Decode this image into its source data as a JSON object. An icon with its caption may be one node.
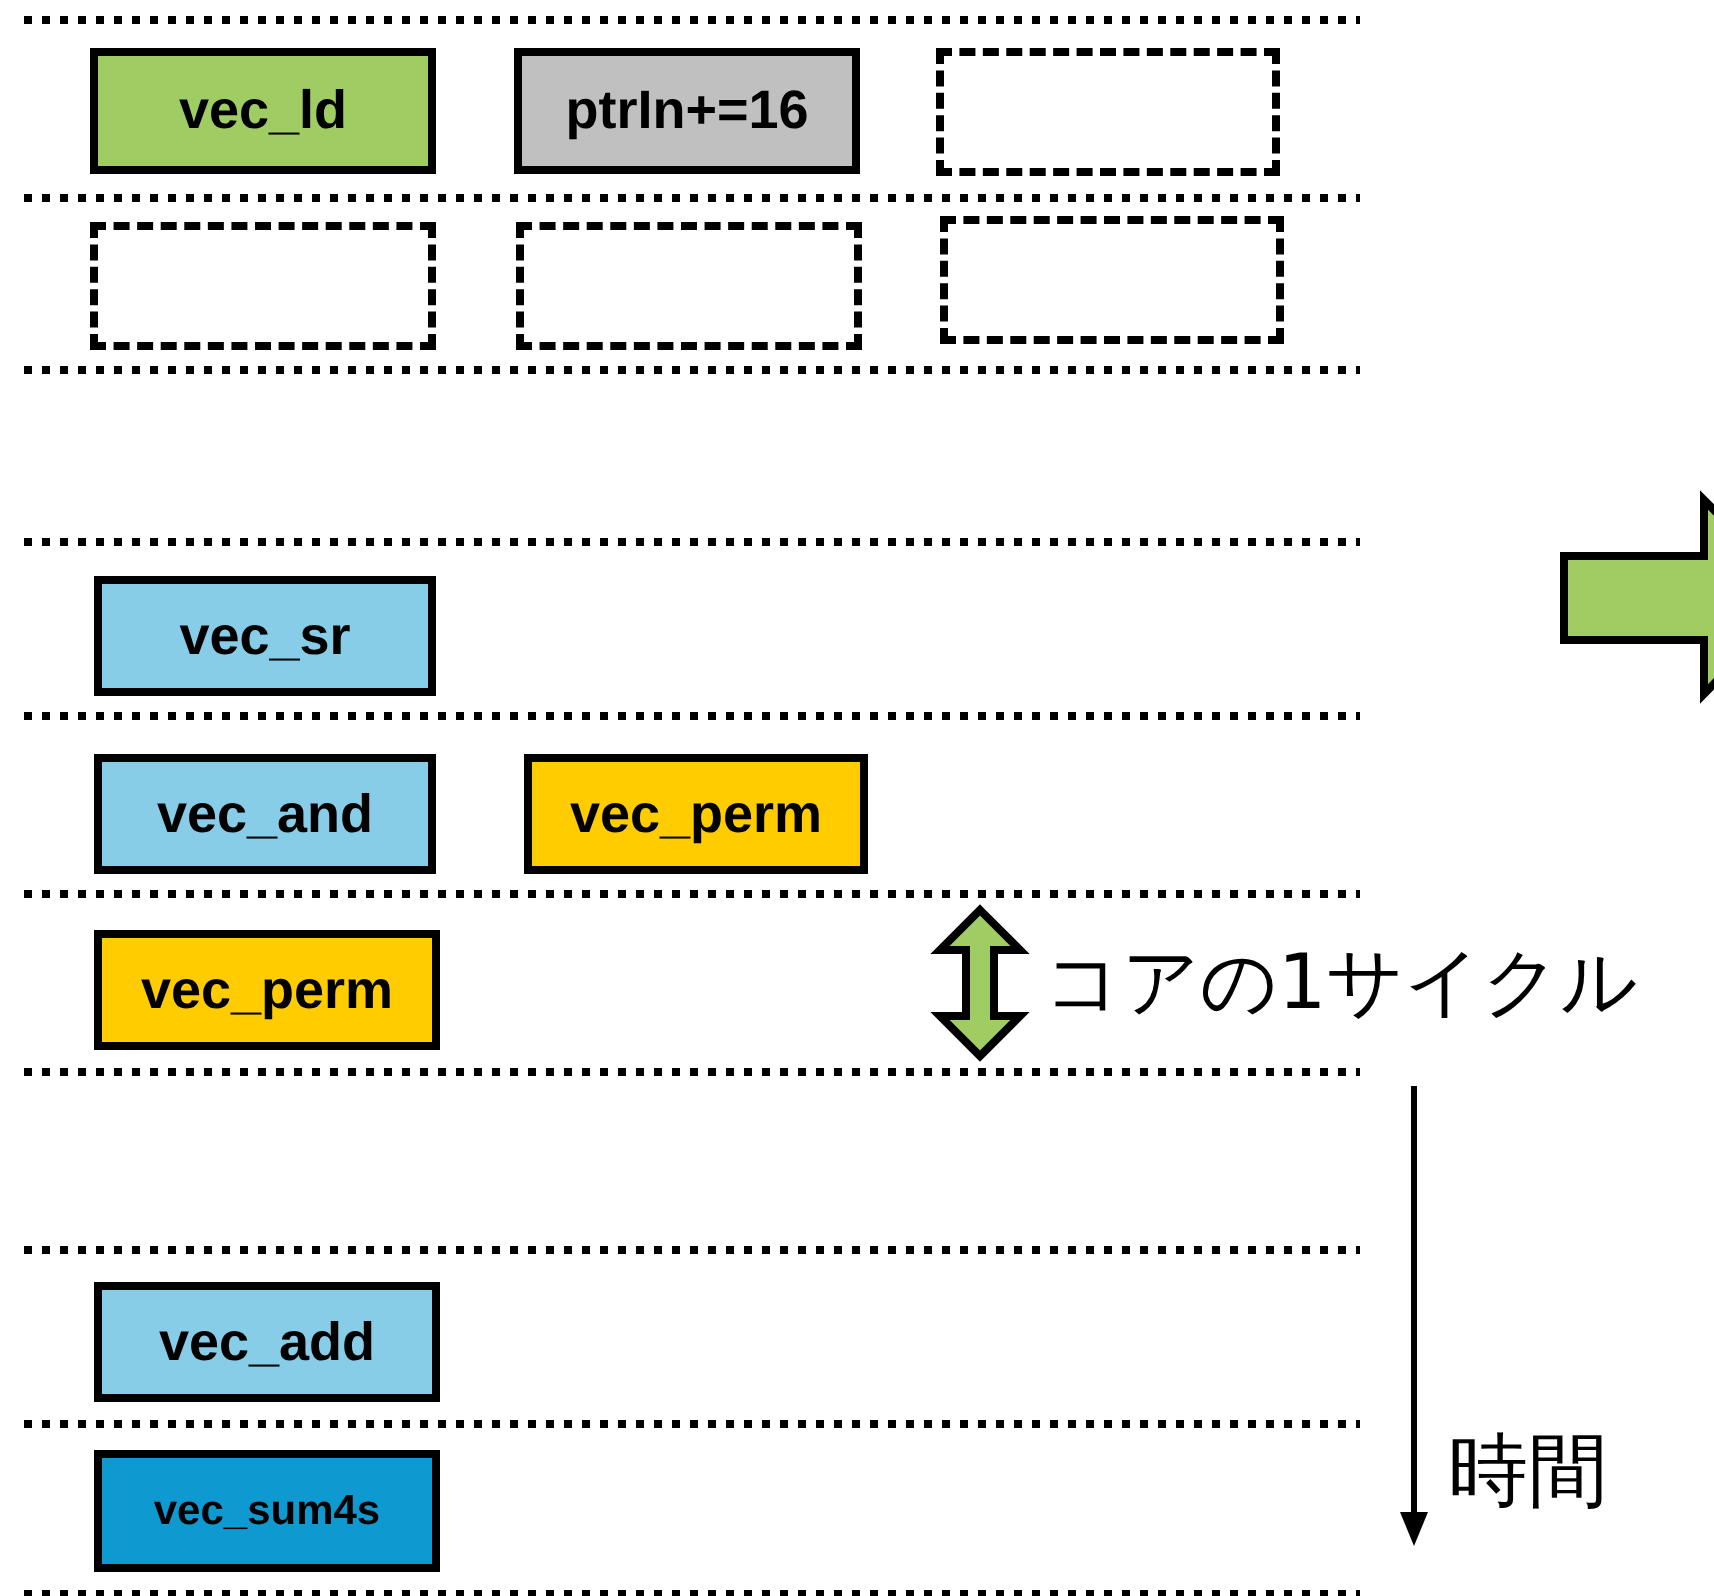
{
  "diagram": {
    "nodes": [
      {
        "text": [
          "vec_ld"
        ]
      },
      {
        "text": [
          "ptrIn+=16"
        ]
      },
      {
        "text": [],
        "shape": "box"
      },
      {
        "text": [],
        "shape": "box"
      },
      {
        "text": [],
        "shape": "box"
      },
      {
        "text": [],
        "shape": "box"
      },
      {
        "text": [
          "vec_sr"
        ]
      },
      {
        "text": [
          "vec_and"
        ]
      },
      {
        "text": [
          "vec_perm"
        ]
      },
      {
        "text": [
          "vec_perm"
        ]
      },
      {
        "text": [
          "vec_add"
        ]
      },
      {
        "text": [
          "vec_sum4s"
        ]
      }
    ],
    "labels": [
      "コアの1サイクル",
      "時間"
    ]
  }
}
